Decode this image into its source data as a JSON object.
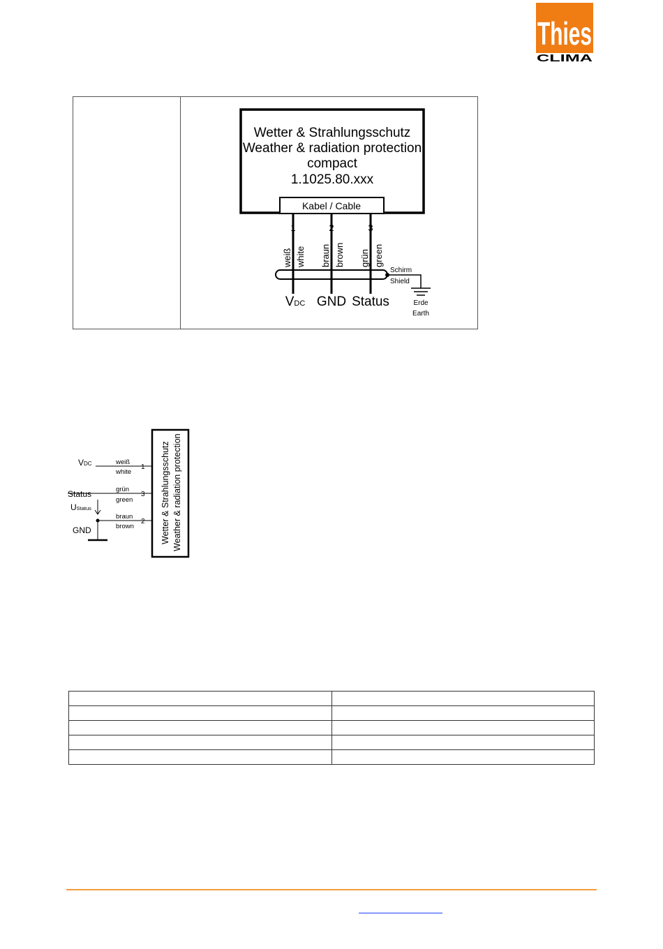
{
  "logo": {
    "brand": "Thies",
    "sub": "CLIMA",
    "color": "#f07c14"
  },
  "diagram1": {
    "title_lines": [
      "Wetter & Strahlungsschutz",
      "Weather & radiation protection",
      "compact",
      "1.1025.80.xxx"
    ],
    "cable_label": "Kabel / Cable",
    "pins": [
      {
        "number": "1",
        "color_de": "weiß",
        "color_en": "white",
        "signal": "V",
        "signal_sub": "DC"
      },
      {
        "number": "2",
        "color_de": "braun",
        "color_en": "brown",
        "signal": "GND",
        "signal_sub": ""
      },
      {
        "number": "3",
        "color_de": "grün",
        "color_en": "green",
        "signal": "Status",
        "signal_sub": ""
      }
    ],
    "shield_de": "Schirm",
    "shield_en": "Shield",
    "earth_de": "Erde",
    "earth_en": "Earth"
  },
  "diagram2": {
    "device_label_de": "Wetter & Strahlungsschutz",
    "device_label_en": "Weather & radiation protection",
    "vdc_label": "V",
    "vdc_sub": "DC",
    "status_label": "Status",
    "ustatus_label": "U",
    "ustatus_sub": "Status",
    "gnd_label": "GND",
    "wires": [
      {
        "de": "weiß",
        "en": "white",
        "pin": "1"
      },
      {
        "de": "grün",
        "en": "green",
        "pin": "3"
      },
      {
        "de": "braun",
        "en": "brown",
        "pin": "2"
      }
    ]
  },
  "footer": {
    "line_color": "#f39a3a",
    "link_color": "#1f3fff"
  }
}
